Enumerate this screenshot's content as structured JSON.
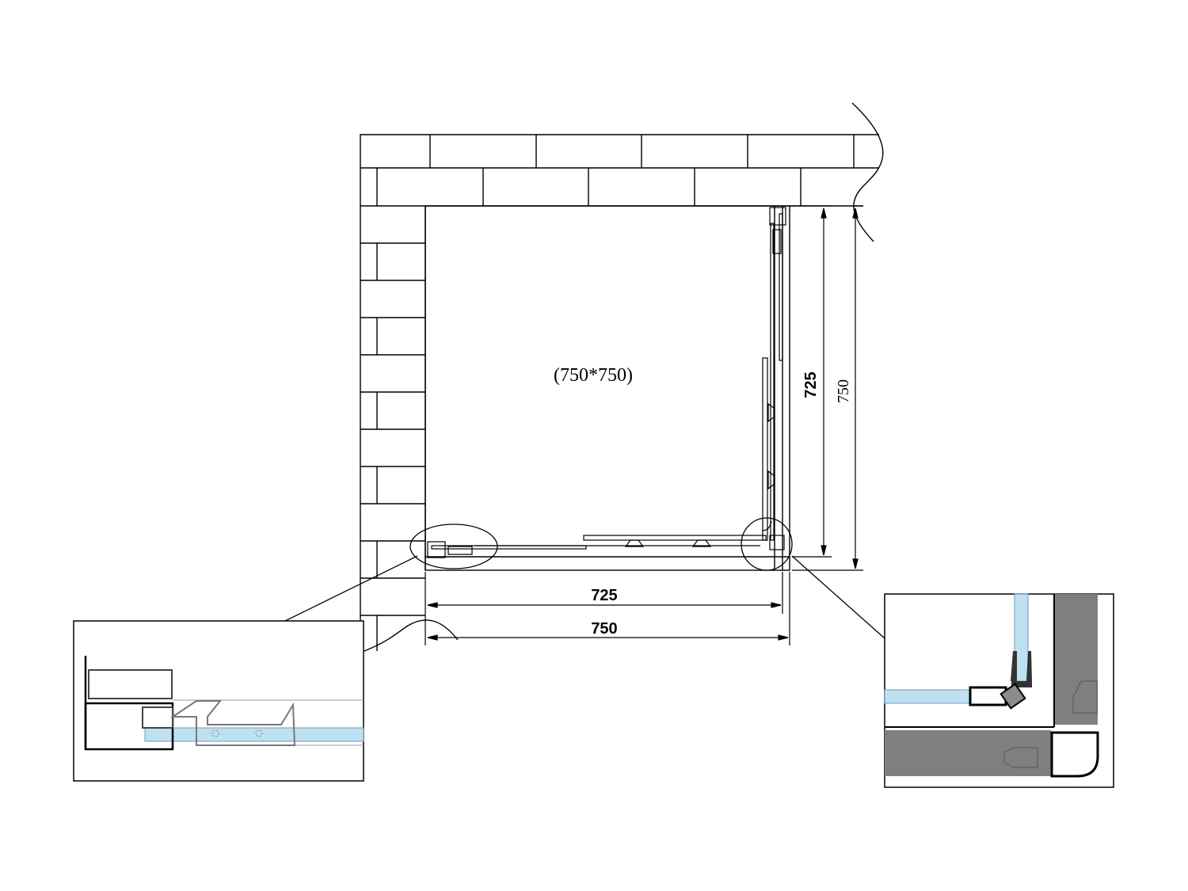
{
  "drawing": {
    "enclosure_size_label": "(750*750)",
    "dims": {
      "inner_horizontal": "725",
      "outer_horizontal": "750",
      "inner_vertical": "725",
      "outer_vertical": "750"
    }
  },
  "colors": {
    "line": "#000000",
    "glass": "#bfe0f0",
    "profile_gray": "#7f7f7f",
    "seal_gray": "#808080"
  }
}
